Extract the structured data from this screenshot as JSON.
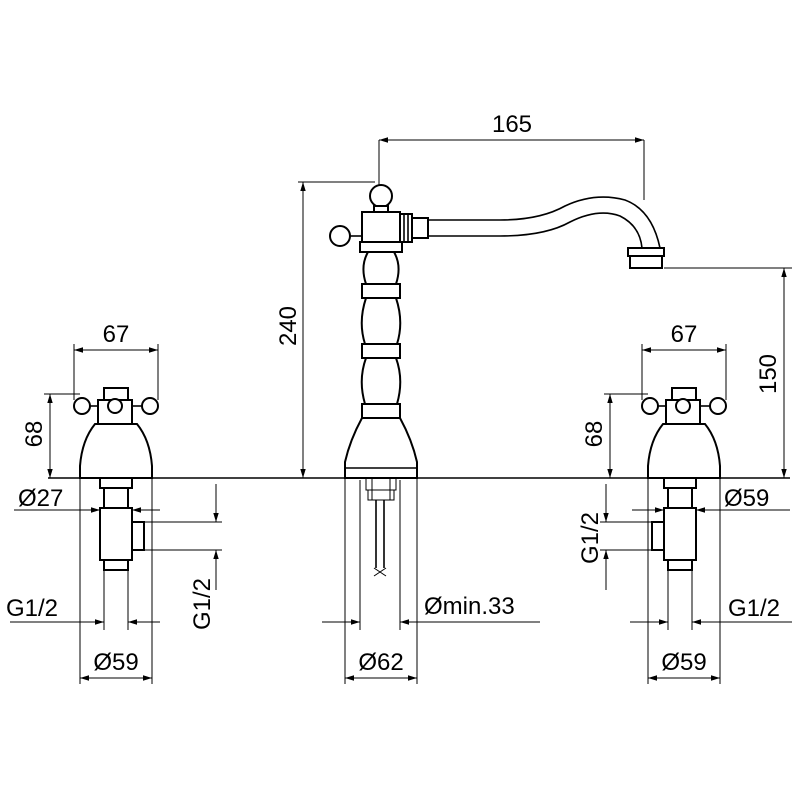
{
  "dimensions": {
    "spout_reach": "165",
    "spout_height": "240",
    "outlet_height": "150",
    "left_handle_width": "67",
    "left_handle_height": "68",
    "right_handle_width": "67",
    "right_handle_height": "68",
    "left_shank_diameter": "Ø27",
    "right_diameter": "Ø59",
    "left_thread_horizontal": "G1/2",
    "left_thread_vertical": "G1/2",
    "left_base_diameter": "Ø59",
    "center_hole_min": "Ømin.33",
    "center_base_diameter": "Ø62",
    "right_thread_vertical": "G1/2",
    "right_thread_horizontal": "G1/2",
    "right_base_diameter": "Ø59"
  }
}
